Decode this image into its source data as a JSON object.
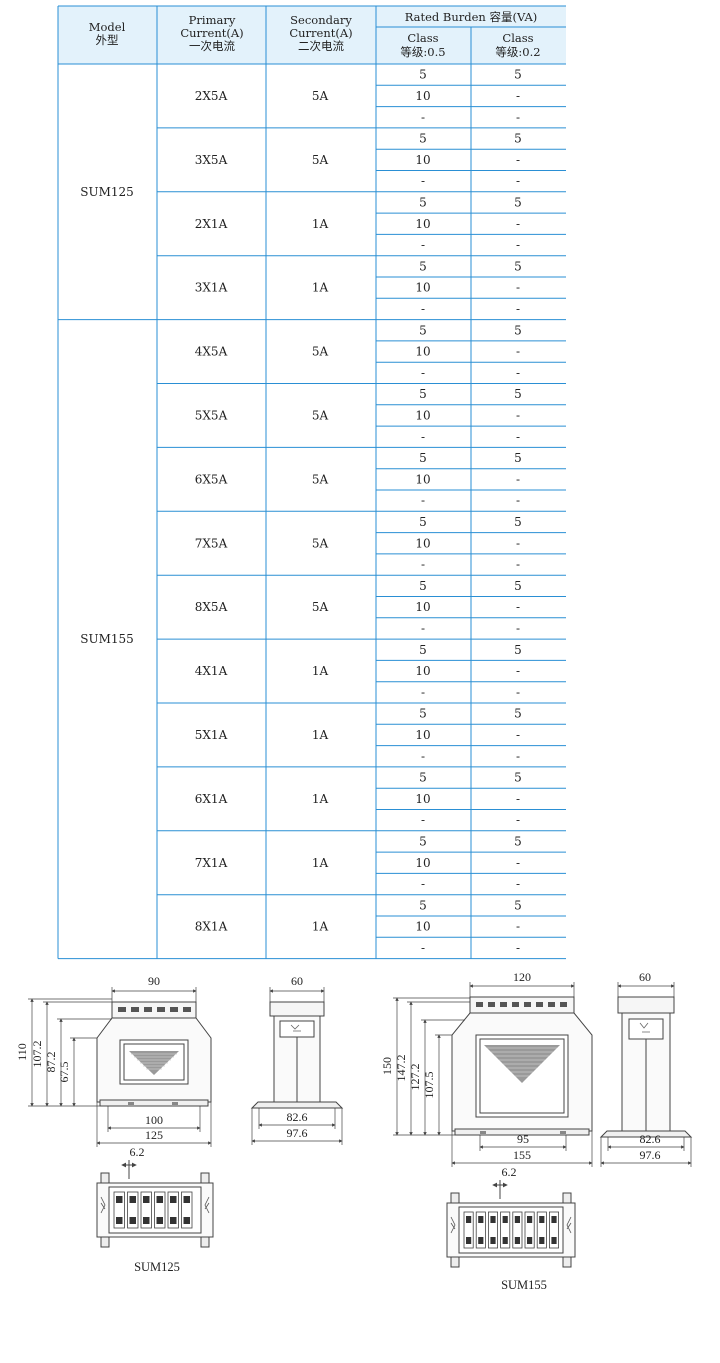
{
  "table": {
    "headers": {
      "model": [
        "Model",
        "外型"
      ],
      "primary": [
        "Primary",
        "Current(A)",
        "一次电流"
      ],
      "secondary": [
        "Secondary",
        "Current(A)",
        "二次电流"
      ],
      "burden": "Rated Burden 容量(VA)",
      "class05": [
        "Class",
        "等级:0.5"
      ],
      "class02": [
        "Class",
        "等级:0.2"
      ]
    },
    "models": [
      {
        "name": "SUM125",
        "rows": [
          {
            "primary": "2X5A",
            "secondary": "5A",
            "c05": [
              "5",
              "10",
              "-"
            ],
            "c02": [
              "5",
              "-",
              "-"
            ]
          },
          {
            "primary": "3X5A",
            "secondary": "5A",
            "c05": [
              "5",
              "10",
              "-"
            ],
            "c02": [
              "5",
              "-",
              "-"
            ]
          },
          {
            "primary": "2X1A",
            "secondary": "1A",
            "c05": [
              "5",
              "10",
              "-"
            ],
            "c02": [
              "5",
              "-",
              "-"
            ]
          },
          {
            "primary": "3X1A",
            "secondary": "1A",
            "c05": [
              "5",
              "10",
              "-"
            ],
            "c02": [
              "5",
              "-",
              "-"
            ]
          }
        ]
      },
      {
        "name": "SUM155",
        "rows": [
          {
            "primary": "4X5A",
            "secondary": "5A",
            "c05": [
              "5",
              "10",
              "-"
            ],
            "c02": [
              "5",
              "-",
              "-"
            ]
          },
          {
            "primary": "5X5A",
            "secondary": "5A",
            "c05": [
              "5",
              "10",
              "-"
            ],
            "c02": [
              "5",
              "-",
              "-"
            ]
          },
          {
            "primary": "6X5A",
            "secondary": "5A",
            "c05": [
              "5",
              "10",
              "-"
            ],
            "c02": [
              "5",
              "-",
              "-"
            ]
          },
          {
            "primary": "7X5A",
            "secondary": "5A",
            "c05": [
              "5",
              "10",
              "-"
            ],
            "c02": [
              "5",
              "-",
              "-"
            ]
          },
          {
            "primary": "8X5A",
            "secondary": "5A",
            "c05": [
              "5",
              "10",
              "-"
            ],
            "c02": [
              "5",
              "-",
              "-"
            ]
          },
          {
            "primary": "4X1A",
            "secondary": "1A",
            "c05": [
              "5",
              "10",
              "-"
            ],
            "c02": [
              "5",
              "-",
              "-"
            ]
          },
          {
            "primary": "5X1A",
            "secondary": "1A",
            "c05": [
              "5",
              "10",
              "-"
            ],
            "c02": [
              "5",
              "-",
              "-"
            ]
          },
          {
            "primary": "6X1A",
            "secondary": "1A",
            "c05": [
              "5",
              "10",
              "-"
            ],
            "c02": [
              "5",
              "-",
              "-"
            ]
          },
          {
            "primary": "7X1A",
            "secondary": "1A",
            "c05": [
              "5",
              "10",
              "-"
            ],
            "c02": [
              "5",
              "-",
              "-"
            ]
          },
          {
            "primary": "8X1A",
            "secondary": "1A",
            "c05": [
              "5",
              "10",
              "-"
            ],
            "c02": [
              "5",
              "-",
              "-"
            ]
          }
        ]
      }
    ]
  },
  "drawings": {
    "sum125": {
      "label": "SUM125",
      "front_width": "90",
      "heights": [
        "110",
        "107.2",
        "87.2",
        "67.5"
      ],
      "base_widths": [
        "100",
        "125"
      ],
      "side_width": "60",
      "side_base": [
        "82.6",
        "97.6"
      ],
      "terminal_pitch": "6.2"
    },
    "sum155": {
      "label": "SUM155",
      "front_width": "120",
      "heights": [
        "150",
        "147.2",
        "127.2",
        "107.5"
      ],
      "base_widths": [
        "95",
        "155"
      ],
      "side_width": "60",
      "side_base": [
        "82.6",
        "97.6"
      ],
      "terminal_pitch": "6.2"
    }
  },
  "colors": {
    "grid": "#2a8fd4",
    "header_bg": "#e3f2fb",
    "drawing": "#444444"
  }
}
